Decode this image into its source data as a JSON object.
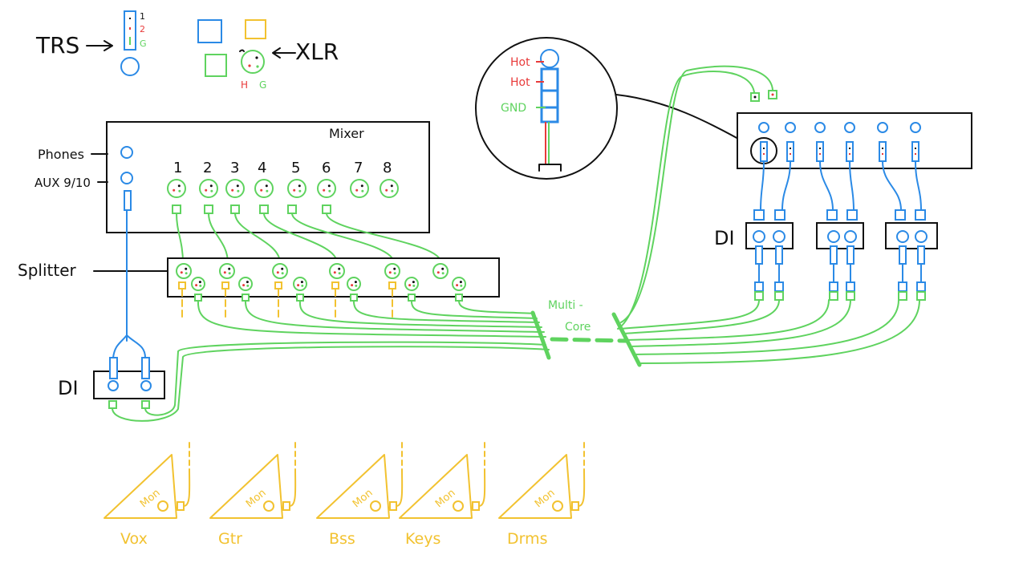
{
  "legend": {
    "trs_label": "TRS",
    "xlr_label": "XLR",
    "trs_pins": [
      "1",
      "2",
      "G"
    ],
    "xlr_pins": [
      "H",
      "G"
    ]
  },
  "inset": {
    "pins": [
      "Hot",
      "Hot",
      "GND"
    ]
  },
  "mixer": {
    "title": "Mixer",
    "phones_label": "Phones",
    "aux_label": "AUX 9/10",
    "channels": [
      "1",
      "2",
      "3",
      "4",
      "5",
      "6",
      "7",
      "8"
    ]
  },
  "splitter": {
    "label": "Splitter"
  },
  "di_left": {
    "label": "DI"
  },
  "di_right": {
    "label": "DI"
  },
  "multicore": {
    "label_line1": "Multi -",
    "label_line2": "Core"
  },
  "monitors": [
    "Vox",
    "Gtr",
    "Bss",
    "Keys",
    "Drms"
  ],
  "monitor_label": "Mon",
  "colors": {
    "signal_xlr": "#5fd35f",
    "signal_trs": "#2b8ae6",
    "monitor": "#f2c230",
    "hot": "#e83a3a",
    "outline": "#111111"
  }
}
